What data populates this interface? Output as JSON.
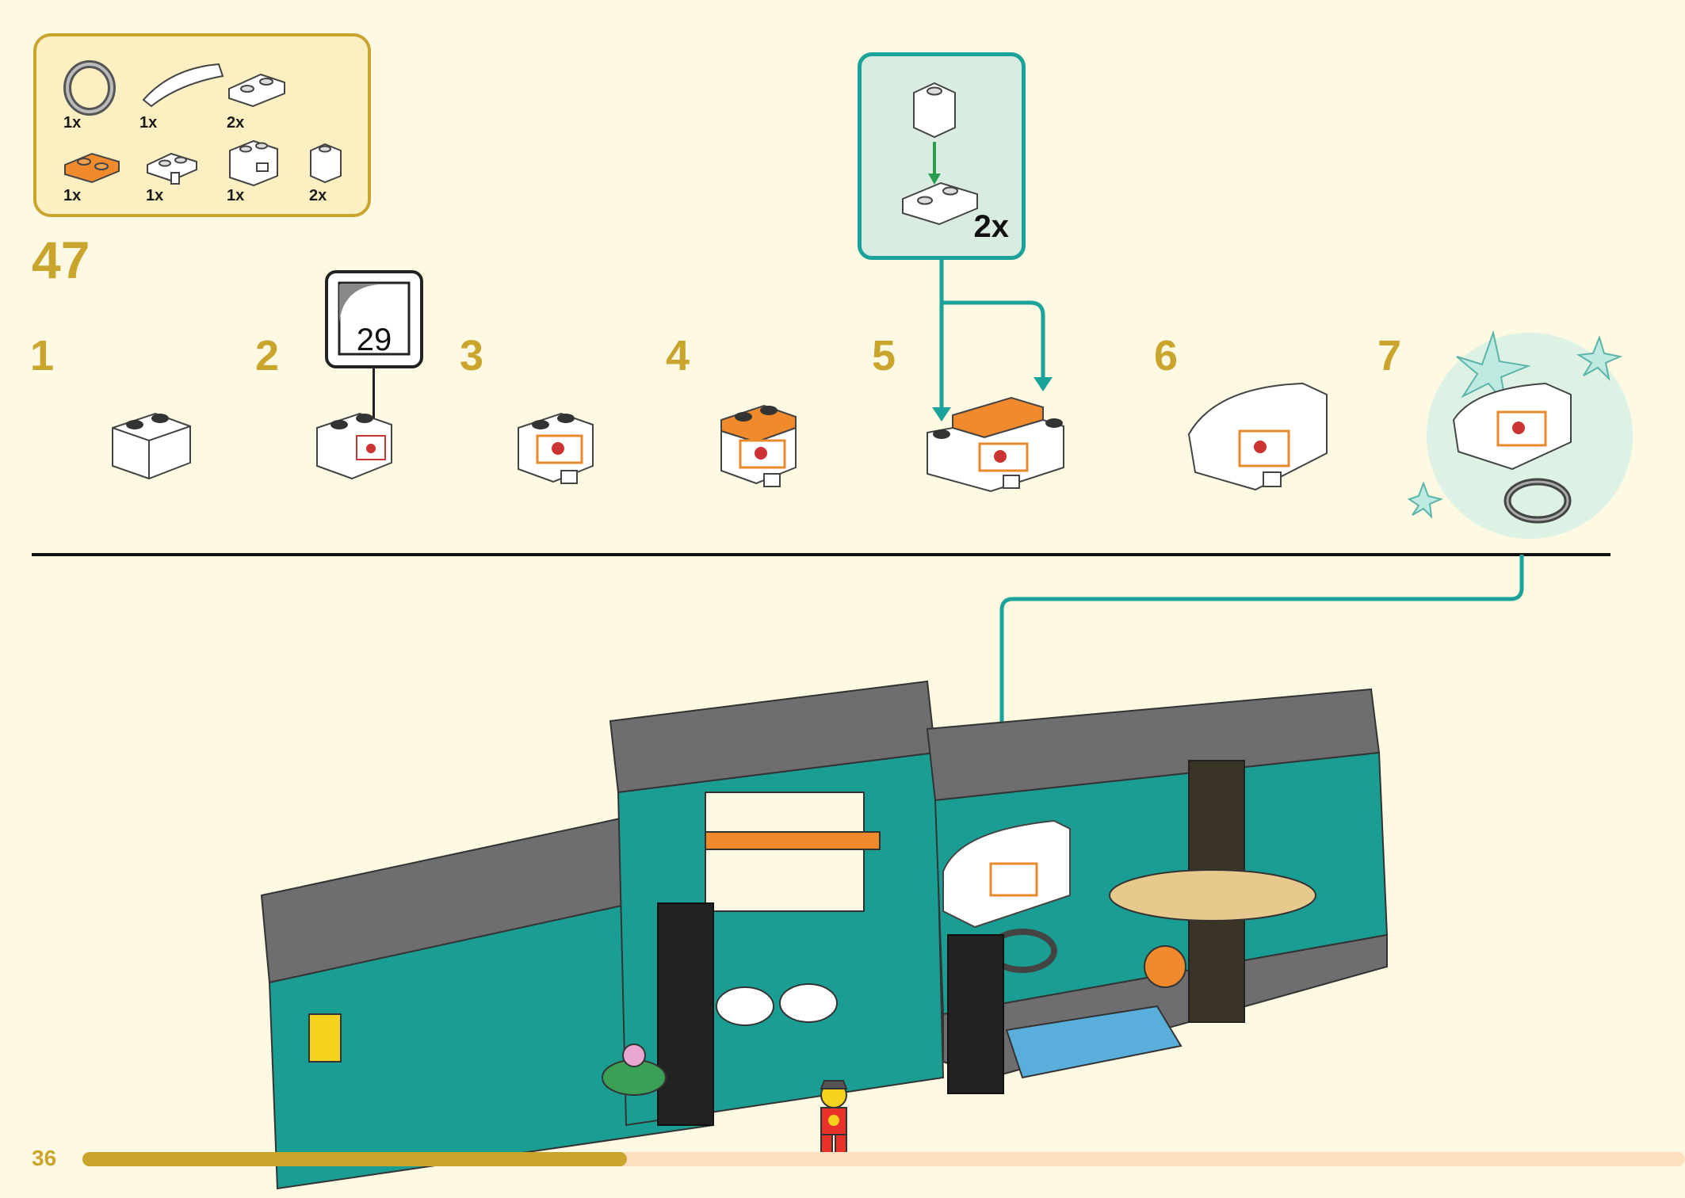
{
  "parts_list": [
    {
      "qty": "1x",
      "icon": "ring-icon"
    },
    {
      "qty": "1x",
      "icon": "curved-slope-icon"
    },
    {
      "qty": "2x",
      "icon": "inverted-slope-icon"
    },
    {
      "qty": "1x",
      "icon": "orange-plate-1x2-icon"
    },
    {
      "qty": "1x",
      "icon": "clip-plate-icon"
    },
    {
      "qty": "1x",
      "icon": "clip-brick-icon"
    },
    {
      "qty": "2x",
      "icon": "white-brick-1x1-icon"
    }
  ],
  "step": {
    "number": "47"
  },
  "substeps": [
    "1",
    "2",
    "3",
    "4",
    "5",
    "6",
    "7"
  ],
  "callout": {
    "qty": "2x"
  },
  "sticker": {
    "number": "29"
  },
  "footer": {
    "page_number": "36",
    "progress": 0.34
  },
  "colors": {
    "background": "#fdf9e2",
    "accent_gold": "#c9a52e",
    "teal": "#1aa39a",
    "orange": "#f08a2c",
    "gray_brick": "#6e6e70"
  }
}
